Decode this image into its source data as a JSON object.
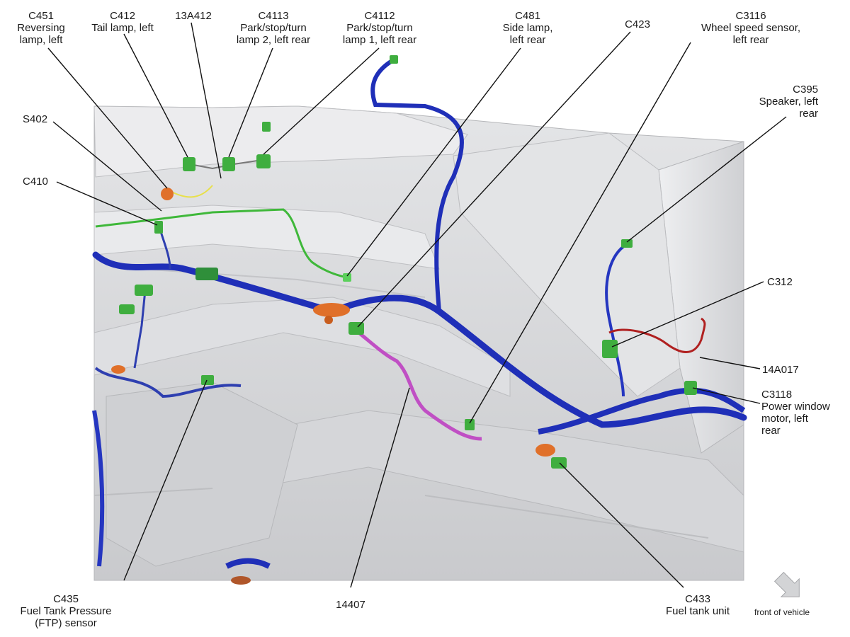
{
  "labels": {
    "c451": "C451\nReversing\nlamp, left",
    "c412": "C412\nTail lamp, left",
    "a13a412": "13A412",
    "c4113": "C4113\nPark/stop/turn\nlamp 2, left rear",
    "c4112": "C4112\nPark/stop/turn\nlamp 1, left rear",
    "c481": "C481\nSide lamp,\nleft rear",
    "c423": "C423",
    "c3116": "C3116\nWheel speed sensor,\nleft rear",
    "c395": "C395\nSpeaker, left\nrear",
    "s402": "S402",
    "c410": "C410",
    "c312": "C312",
    "a14a017": "14A017",
    "c3118": "C3118\nPower window\nmotor, left\nrear",
    "c435": "C435\nFuel Tank Pressure\n(FTP) sensor",
    "a14407": "14407",
    "c433": "C433\nFuel tank unit"
  },
  "front_indicator": {
    "label": "front of vehicle",
    "icon": "arrow-down-right-icon"
  },
  "colors": {
    "harness_main": "#1f2fb8",
    "harness_green": "#3fb83a",
    "harness_magenta": "#c04fc4",
    "harness_red": "#b02020",
    "connector_green": "#3fae3f",
    "grommet_orange": "#e0702a",
    "body_panel": "#d8d9db"
  }
}
